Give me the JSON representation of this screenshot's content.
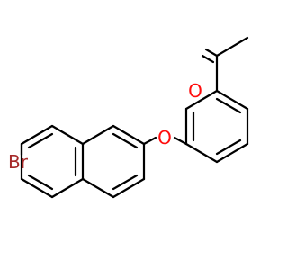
{
  "molecule": {
    "atoms": {
      "oxygen_ether": {
        "symbol": "O",
        "color": "#ff0d0d"
      },
      "oxygen_carbonyl": {
        "symbol": "O",
        "color": "#ff0d0d"
      },
      "bromine": {
        "symbol": "Br",
        "color": "#a62929"
      }
    },
    "bond_color": "#000000",
    "background_color": "#ffffff"
  }
}
